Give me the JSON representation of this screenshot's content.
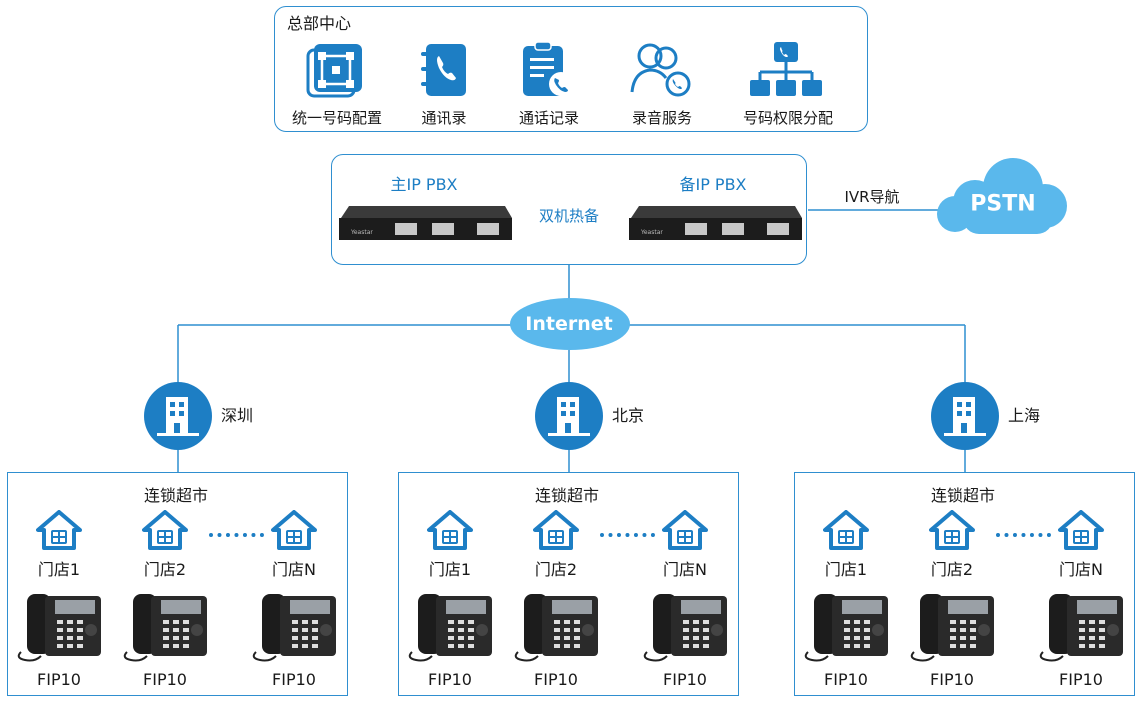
{
  "headquarters": {
    "title": "总部中心",
    "features": [
      {
        "label": "统一号码配置",
        "icon": "unified-config-icon"
      },
      {
        "label": "通讯录",
        "icon": "phonebook-icon"
      },
      {
        "label": "通话记录",
        "icon": "call-log-icon"
      },
      {
        "label": "录音服务",
        "icon": "recording-icon"
      },
      {
        "label": "号码权限分配",
        "icon": "number-permission-icon"
      }
    ]
  },
  "pbx": {
    "primary_label": "主IP PBX",
    "backup_label": "备IP PBX",
    "link_label": "双机热备",
    "device_brand": "Yeastar"
  },
  "pstn": {
    "link_label": "IVR导航",
    "cloud_label": "PSTN"
  },
  "internet": {
    "label": "Internet"
  },
  "branches": [
    {
      "city": "深圳",
      "chain": "连锁超市",
      "stores": [
        {
          "label": "门店1",
          "model": "FIP10"
        },
        {
          "label": "门店2",
          "model": "FIP10"
        },
        {
          "label": "门店N",
          "model": "FIP10"
        }
      ]
    },
    {
      "city": "北京",
      "chain": "连锁超市",
      "stores": [
        {
          "label": "门店1",
          "model": "FIP10"
        },
        {
          "label": "门店2",
          "model": "FIP10"
        },
        {
          "label": "门店N",
          "model": "FIP10"
        }
      ]
    },
    {
      "city": "上海",
      "chain": "连锁超市",
      "stores": [
        {
          "label": "门店1",
          "model": "FIP10"
        },
        {
          "label": "门店2",
          "model": "FIP10"
        },
        {
          "label": "门店N",
          "model": "FIP10"
        }
      ]
    }
  ],
  "colors": {
    "accent": "#1d7ec4",
    "line": "#2f8fd0",
    "cloud": "#5ab8ec",
    "dark": "#222222"
  }
}
